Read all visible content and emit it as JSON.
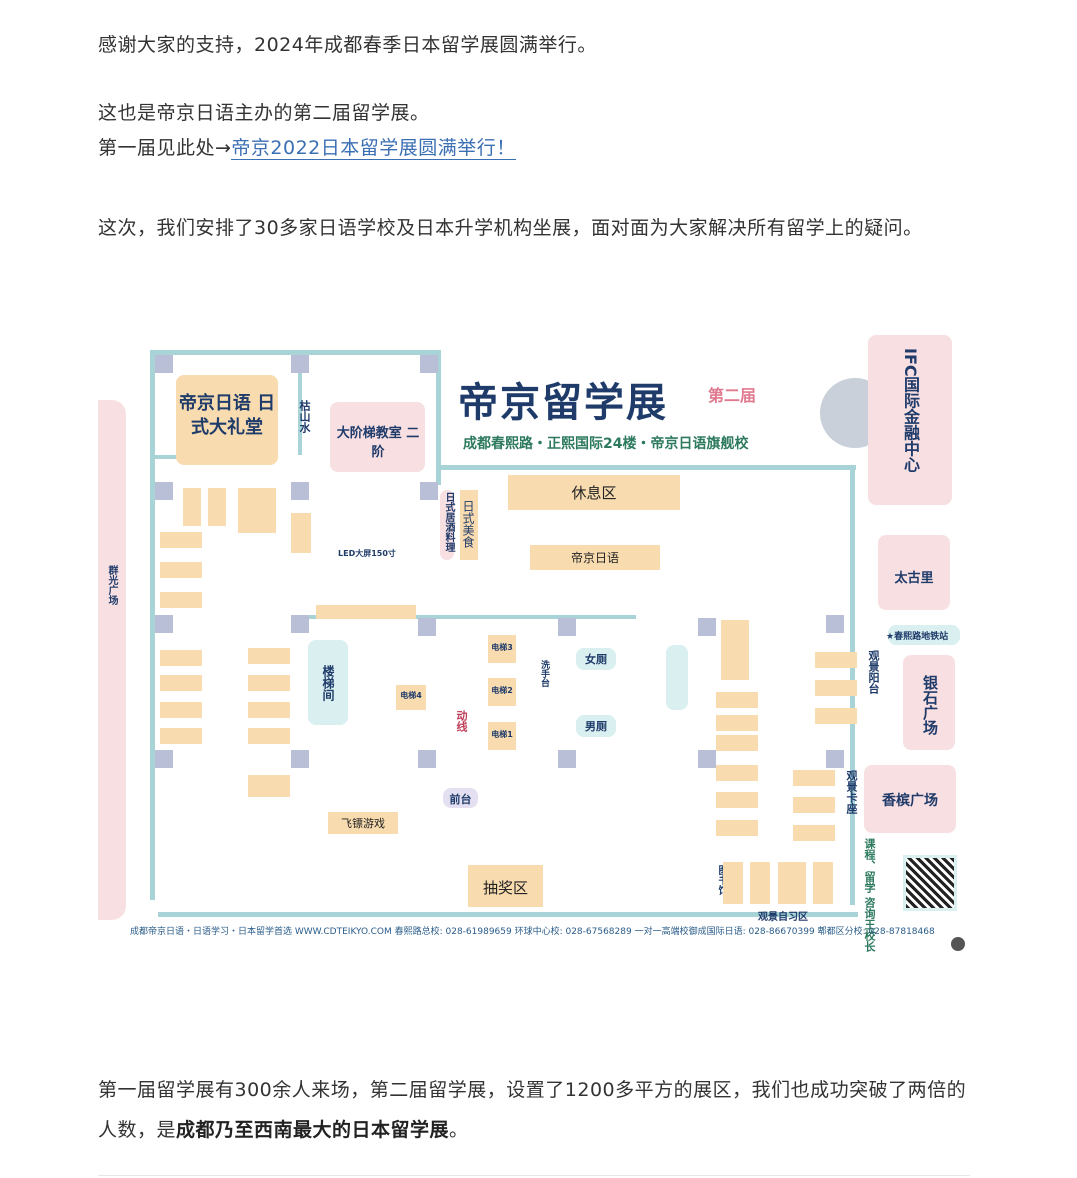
{
  "article": {
    "p1": "感谢大家的支持，2024年成都春季日本留学展圆满举行。",
    "p2": "这也是帝京日语主办的第二届留学展。",
    "p3_prefix": "第一届见此处→",
    "p3_link": "帝京2022日本留学展圆满举行！",
    "p4": "这次，我们安排了30多家日语学校及日本升学机构坐展，面对面为大家解决所有留学上的疑问。",
    "p5_prefix": "第一届留学展有300余人来场，第二届留学展，设置了1200多平方的展区，我们也成功突破了两倍的人数，是",
    "p5_bold": "成都乃至西南最大的日本留学展",
    "p5_suffix": "。"
  },
  "map": {
    "title": "帝京留学展",
    "edition": "第二届",
    "subtitle": "成都春熙路・正熙国际24楼・帝京日语旗舰校",
    "hall": "帝京日语 日式大礼堂",
    "karesansui": "枯山水",
    "classroom": "大阶梯教室 二阶",
    "led": "LED大屏150寸",
    "izakaya": "日式居酒料理",
    "food": "日式美食",
    "rest": "休息区",
    "teikyo": "帝京日语",
    "ifc": "IFC国际金融中心",
    "taikoo": "太古里",
    "metro": "★春熙路地铁站",
    "yinshi": "银石广场",
    "xiangbin": "香槟广场",
    "qunguang": "群光广场",
    "stairs": "楼梯间",
    "elev4": "电梯4",
    "elev3": "电梯3",
    "elev2": "电梯2",
    "elev1": "电梯1",
    "wash": "洗手台",
    "female": "女厕",
    "male": "男厕",
    "flow": "动线",
    "front": "前台",
    "dart": "飞镖游戏",
    "lottery": "抽奖区",
    "library": "图书馆",
    "viewing_deck": "观景阳台",
    "viewing_seat": "观景卡座",
    "study_room": "观景自习区",
    "consult": "课程、留学 咨询王校长",
    "footer": "成都帝京日语・日语学习・日本留学首选 WWW.CDTEIKYO.COM 春熙路总校: 028-61989659 环球中心校: 028-67568289 一对一高端校御成国际日语: 028-86670399 郫都区分校: 028-87818468"
  }
}
